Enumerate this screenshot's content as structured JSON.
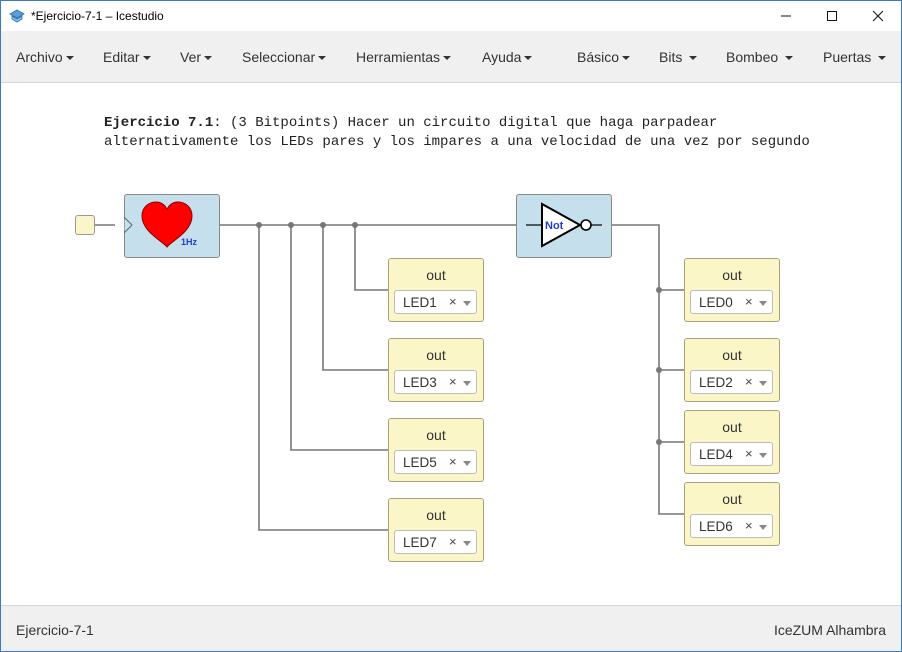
{
  "window": {
    "title": "*Ejercicio-7-1 – Icestudio",
    "controls": {
      "minimize": "—",
      "maximize": "☐",
      "close": "✕"
    }
  },
  "menu": {
    "archivo": "Archivo",
    "editar": "Editar",
    "ver": "Ver",
    "seleccionar": "Seleccionar",
    "herramientas": "Herramientas",
    "ayuda": "Ayuda",
    "basico": "Básico",
    "bits": "Bits",
    "bombeo": "Bombeo",
    "puertas": "Puertas"
  },
  "description": {
    "title": "Ejercicio 7.1",
    "line1": ": (3 Bitpoints) Hacer un circuito digital que haga parpadear",
    "line2": "alternativamente los LEDs pares y los impares a una velocidad de una vez por segundo"
  },
  "blocks": {
    "heart": {
      "label": "1Hz",
      "icon": "heart-icon",
      "color": "#ff0000"
    },
    "not_gate": {
      "label": "Not",
      "label_color": "#1f3fc4"
    }
  },
  "leds": {
    "odd": [
      {
        "title": "out",
        "name": "LED1",
        "clear": "×"
      },
      {
        "title": "out",
        "name": "LED3",
        "clear": "×"
      },
      {
        "title": "out",
        "name": "LED5",
        "clear": "×"
      },
      {
        "title": "out",
        "name": "LED7",
        "clear": "×"
      }
    ],
    "even": [
      {
        "title": "out",
        "name": "LED0",
        "clear": "×"
      },
      {
        "title": "out",
        "name": "LED2",
        "clear": "×"
      },
      {
        "title": "out",
        "name": "LED4",
        "clear": "×"
      },
      {
        "title": "out",
        "name": "LED6",
        "clear": "×"
      }
    ]
  },
  "status": {
    "left": "Ejercicio-7-1",
    "right": "IceZUM Alhambra"
  },
  "colors": {
    "block_blue": "#c5dfec",
    "led_yellow": "#fbf6c8",
    "wire": "#777777",
    "accent": "#3c7bc4"
  }
}
